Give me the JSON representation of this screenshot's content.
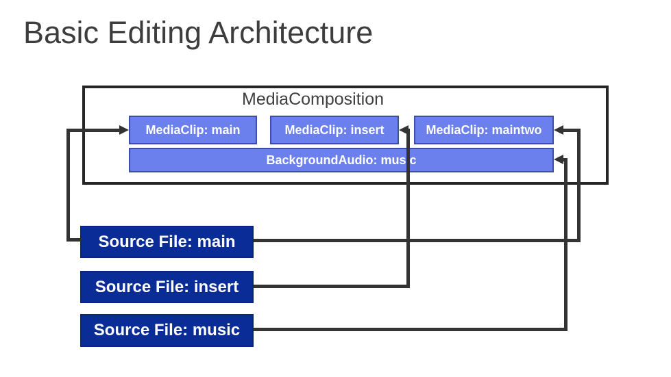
{
  "slide": {
    "title": "Basic Editing Architecture"
  },
  "composition": {
    "label": "MediaComposition",
    "clips": [
      {
        "label": "MediaClip: main"
      },
      {
        "label": "MediaClip: insert"
      },
      {
        "label": "MediaClip: maintwo"
      }
    ],
    "audio": {
      "label": "BackgroundAudio: music"
    }
  },
  "sources": [
    {
      "label": "Source File: main"
    },
    {
      "label": "Source File: insert"
    },
    {
      "label": "Source File: music"
    }
  ],
  "colors": {
    "title_text": "#3d3d3d",
    "outer_border": "#262626",
    "clip_fill": "#6b80ec",
    "clip_border": "#3d4fa5",
    "source_fill": "#0a2c97",
    "connector": "#333333"
  }
}
